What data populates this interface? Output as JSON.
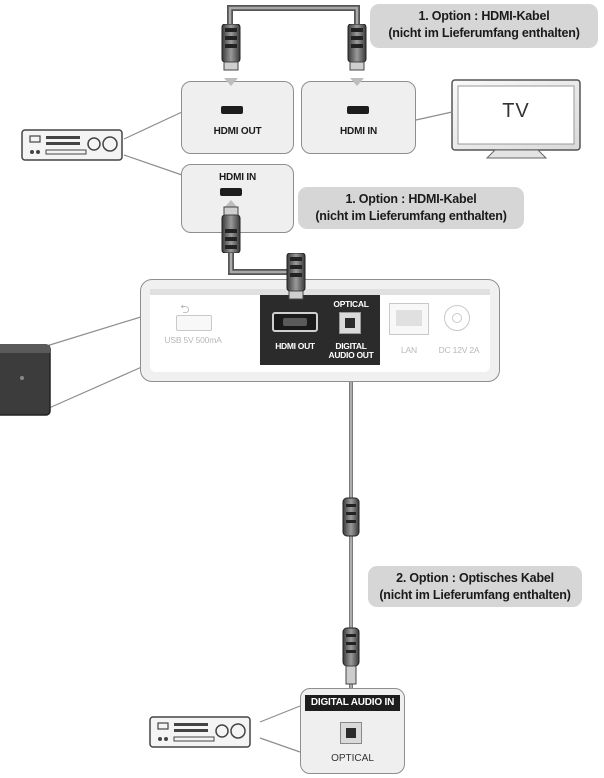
{
  "callouts": {
    "hdmi_top": {
      "line1": "1. Option : HDMI-Kabel",
      "line2": "(nicht im Lieferumfang enthalten)"
    },
    "hdmi_mid": {
      "line1": "1. Option : HDMI-Kabel",
      "line2": "(nicht im Lieferumfang enthalten)"
    },
    "optical": {
      "line1": "2. Option : Optisches Kabel",
      "line2": "(nicht im Lieferumfang enthalten)"
    }
  },
  "receiver_top": {
    "hdmi_out_label": "HDMI OUT",
    "hdmi_in_label": "HDMI IN"
  },
  "tv": {
    "hdmi_in_label": "HDMI IN",
    "screen_text": "TV"
  },
  "player_panel": {
    "usb_label": "USB 5V 500mA",
    "hdmi_out_label": "HDMI OUT",
    "optical_label": "OPTICAL",
    "digital_audio_out_line1": "DIGITAL",
    "digital_audio_out_line2": "AUDIO OUT",
    "lan_label": "LAN",
    "dc_label": "DC 12V 2A"
  },
  "receiver_bottom": {
    "digital_audio_in_label": "DIGITAL AUDIO IN",
    "optical_label": "OPTICAL"
  },
  "colors": {
    "callout_bg": "#d6d6d6",
    "box_bg": "#efefef",
    "panel_dark": "#2b2b2b",
    "cable": "#5a5a5a"
  }
}
